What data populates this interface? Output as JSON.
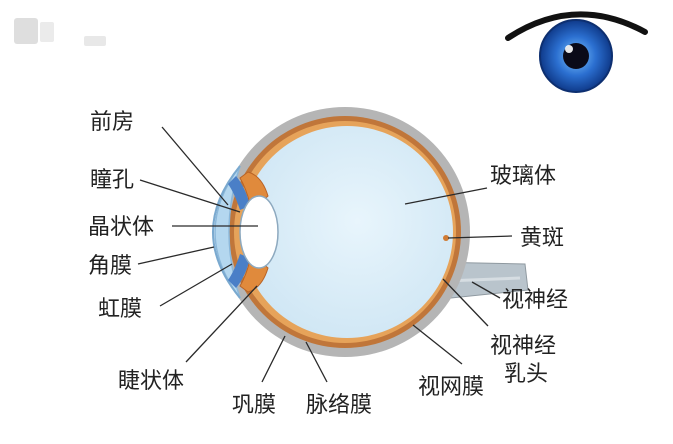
{
  "labels": {
    "anterior_chamber": "前房",
    "pupil": "瞳孔",
    "lens": "晶状体",
    "cornea": "角膜",
    "iris": "虹膜",
    "ciliary_body": "睫状体",
    "sclera": "巩膜",
    "choroid": "脉络膜",
    "retina": "视网膜",
    "vitreous": "玻璃体",
    "macula": "黄斑",
    "optic_nerve": "视神经",
    "optic_disc_line1": "视神经",
    "optic_disc_line2": "乳头"
  },
  "colors": {
    "sclera": "#b5b5b5",
    "choroid": "#c0763a",
    "retina": "#e6a35a",
    "vitreous": "#dceef8",
    "cornea": "#b4d7ef",
    "iris": "#4a7fc7",
    "lens": "#ffffff",
    "optic_nerve": "#b9c4cc",
    "eye_icon_iris": "#2b6fd0"
  },
  "icons": {
    "header_logo": "blurred-logo-icon",
    "eye": "eye-icon"
  }
}
